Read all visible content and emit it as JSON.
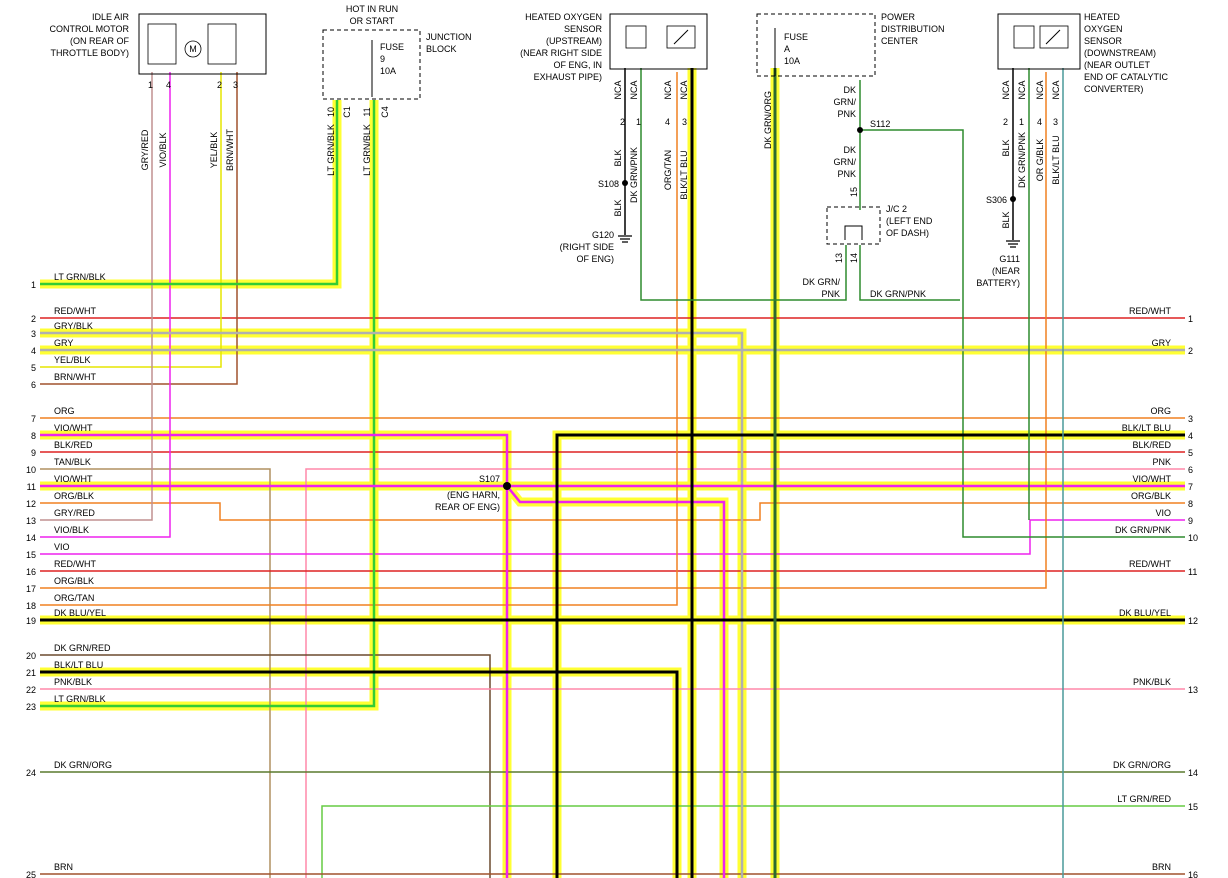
{
  "components": {
    "iac": {
      "lines": [
        "IDLE AIR",
        "CONTROL MOTOR",
        "(ON REAR OF",
        "THROTTLE BODY)"
      ],
      "motor": "M"
    },
    "hot": {
      "lines": [
        "HOT IN RUN",
        "OR START"
      ]
    },
    "junction": {
      "lines": [
        "JUNCTION",
        "BLOCK"
      ],
      "fuse": [
        "FUSE",
        "9",
        "10A"
      ],
      "pins": [
        "C1",
        "C4",
        "10",
        "11"
      ]
    },
    "ho2s_up": {
      "lines": [
        "HEATED OXYGEN",
        "SENSOR",
        "(UPSTREAM)",
        "(NEAR RIGHT SIDE",
        "OF ENG, IN",
        "EXHAUST PIPE)"
      ]
    },
    "pdc": {
      "lines": [
        "POWER",
        "DISTRIBUTION",
        "CENTER"
      ],
      "fuse": [
        "FUSE",
        "A",
        "10A"
      ]
    },
    "ho2s_down": {
      "lines": [
        "HEATED",
        "OXYGEN",
        "SENSOR",
        "(DOWNSTREAM)",
        "(NEAR OUTLET",
        "END OF CATALYTIC",
        "CONVERTER)"
      ]
    },
    "s108": "S108",
    "g120": [
      "G120",
      "(RIGHT SIDE",
      "OF ENG)"
    ],
    "s112": "S112",
    "jc2": [
      "J/C 2",
      "(LEFT END",
      "OF DASH)"
    ],
    "s306": "S306",
    "g111": [
      "G111",
      "(NEAR",
      "BATTERY)"
    ],
    "s107": [
      "S107",
      "(ENG HARN,",
      "REAR OF ENG)"
    ]
  },
  "vertical_labels": {
    "iac_pins": [
      "1",
      "4",
      "2",
      "3"
    ],
    "iac_wires": [
      "GRY/RED",
      "VIO/BLK",
      "YEL/BLK",
      "BRN/WHT"
    ],
    "jb_wires": [
      "LT GRN/BLK",
      "LT GRN/BLK"
    ],
    "up_nca": [
      "NCA",
      "NCA",
      "NCA",
      "NCA"
    ],
    "up_pins": [
      "2",
      "1",
      "4",
      "3"
    ],
    "up_wires": [
      "BLK",
      "DK GRN/PNK",
      "ORG/TAN",
      "BLK/LT BLU"
    ],
    "s108_wire": "BLK",
    "pdc_wire": "DK GRN/ORG",
    "jc2_pins": [
      "15",
      "13",
      "14"
    ],
    "dn_nca": [
      "NCA",
      "NCA",
      "NCA",
      "NCA"
    ],
    "dn_pins": [
      "2",
      "1",
      "4",
      "3"
    ],
    "dn_wires": [
      "BLK",
      "DK GRN/PNK",
      "OR G/BLK",
      "BLK/LT BLU"
    ],
    "s306_wire": "BLK"
  },
  "wire_text": {
    "pdc_out": [
      "DK",
      "GRN/",
      "PNK"
    ],
    "s112_out": [
      "DK",
      "GRN/",
      "PNK"
    ],
    "jc2_left": [
      "DK GRN/",
      "PNK"
    ],
    "jc2_right": "DK GRN/PNK"
  },
  "left_rows": [
    {
      "n": "1",
      "label": "LT GRN/BLK"
    },
    {
      "n": "2",
      "label": "RED/WHT"
    },
    {
      "n": "3",
      "label": "GRY/BLK"
    },
    {
      "n": "4",
      "label": "GRY"
    },
    {
      "n": "5",
      "label": "YEL/BLK"
    },
    {
      "n": "6",
      "label": "BRN/WHT"
    },
    {
      "n": "7",
      "label": "ORG"
    },
    {
      "n": "8",
      "label": "VIO/WHT"
    },
    {
      "n": "9",
      "label": "BLK/RED"
    },
    {
      "n": "10",
      "label": "TAN/BLK"
    },
    {
      "n": "11",
      "label": "VIO/WHT"
    },
    {
      "n": "12",
      "label": "ORG/BLK"
    },
    {
      "n": "13",
      "label": "GRY/RED"
    },
    {
      "n": "14",
      "label": "VIO/BLK"
    },
    {
      "n": "15",
      "label": "VIO"
    },
    {
      "n": "16",
      "label": "RED/WHT"
    },
    {
      "n": "17",
      "label": "ORG/BLK"
    },
    {
      "n": "18",
      "label": "ORG/TAN"
    },
    {
      "n": "19",
      "label": "DK BLU/YEL"
    },
    {
      "n": "20",
      "label": "DK GRN/RED"
    },
    {
      "n": "21",
      "label": "BLK/LT BLU"
    },
    {
      "n": "22",
      "label": "PNK/BLK"
    },
    {
      "n": "23",
      "label": "LT GRN/BLK"
    },
    {
      "n": "24",
      "label": "DK GRN/ORG"
    },
    {
      "n": "25",
      "label": "BRN"
    }
  ],
  "right_rows": [
    {
      "n": "1",
      "label": "RED/WHT"
    },
    {
      "n": "2",
      "label": "GRY"
    },
    {
      "n": "3",
      "label": "ORG"
    },
    {
      "n": "4",
      "label": "BLK/LT BLU"
    },
    {
      "n": "5",
      "label": "BLK/RED"
    },
    {
      "n": "6",
      "label": "PNK"
    },
    {
      "n": "7",
      "label": "VIO/WHT"
    },
    {
      "n": "8",
      "label": "ORG/BLK"
    },
    {
      "n": "9",
      "label": "VIO"
    },
    {
      "n": "10",
      "label": "DK GRN/PNK"
    },
    {
      "n": "11",
      "label": "RED/WHT"
    },
    {
      "n": "12",
      "label": "DK BLU/YEL"
    },
    {
      "n": "13",
      "label": "PNK/BLK"
    },
    {
      "n": "14",
      "label": "DK GRN/ORG"
    },
    {
      "n": "15",
      "label": "LT GRN/RED"
    },
    {
      "n": "16",
      "label": "BRN"
    }
  ],
  "colors": {
    "highlight": "#ffff33",
    "lt_grn": "#33cc33",
    "red": "#dd2222",
    "gry": "#b0b0b0",
    "yel": "#e6e600",
    "brn": "#a0522d",
    "org": "#f08020",
    "vio": "#ee22ee",
    "blk": "#000000",
    "tan": "#b09060",
    "dk_grn": "#2e6b2e",
    "pnk": "#ff88aa",
    "dk_blu": "#1a1a8c",
    "teal": "#4a9a9a"
  }
}
